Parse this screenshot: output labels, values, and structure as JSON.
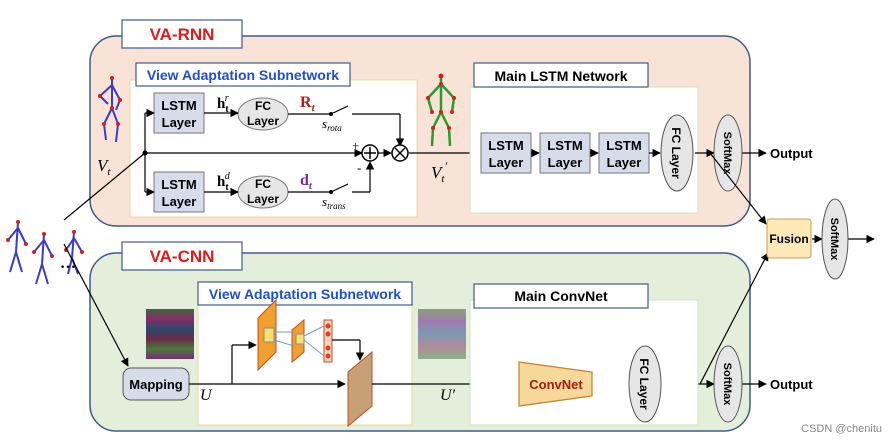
{
  "va_rnn": {
    "title": "VA-RNN",
    "subnet_title": "View Adaptation Subnetwork",
    "lstm_line1": "LSTM",
    "lstm_line2": "Layer",
    "h_rot_base": "h",
    "h_rot_sub": "t",
    "h_rot_sup": "r",
    "h_trans_base": "h",
    "h_trans_sub": "t",
    "h_trans_sup": "d",
    "fc_line1": "FC",
    "fc_line2": "Layer",
    "rot_base": "R",
    "rot_sub": "t",
    "trans_base": "d",
    "trans_sub": "t",
    "s_rota_base": "s",
    "s_rota_sub": "rota",
    "s_trans_base": "s",
    "s_trans_sub": "trans",
    "plus": "+",
    "minus": "-",
    "v_in_base": "V",
    "v_in_sub": "t",
    "v_out_base": "V",
    "v_out_sub": "t",
    "v_out_sup": "′",
    "main_title": "Main LSTM Network",
    "fc_vertical": "FC Layer",
    "softmax": "SoftMax",
    "output": "Output"
  },
  "va_cnn": {
    "title": "VA-CNN",
    "subnet_title": "View Adaptation Subnetwork",
    "mapping": "Mapping",
    "u_in": "U",
    "u_out": "U′",
    "main_title": "Main ConvNet",
    "convnet": "ConvNet",
    "fc_vertical": "FC Layer",
    "softmax": "SoftMax",
    "output": "Output"
  },
  "fusion": {
    "label": "Fusion",
    "softmax": "SoftMax"
  },
  "skeleton_ellipsis": "…",
  "watermark": "CSDN @chenitu",
  "colors": {
    "rnn_panel": "#f8e3d6",
    "cnn_panel": "#e3efdb",
    "panel_border": "#3f5a8a",
    "title_red": "#e31a1a",
    "subnet_blue": "#1f4fd1",
    "box_fill": "#d6dcea",
    "rot_red": "#b0201a",
    "trans_purple": "#7a2fa0",
    "fusion_fill": "#fde9b8",
    "convnet_fill": "#f8d79a"
  }
}
